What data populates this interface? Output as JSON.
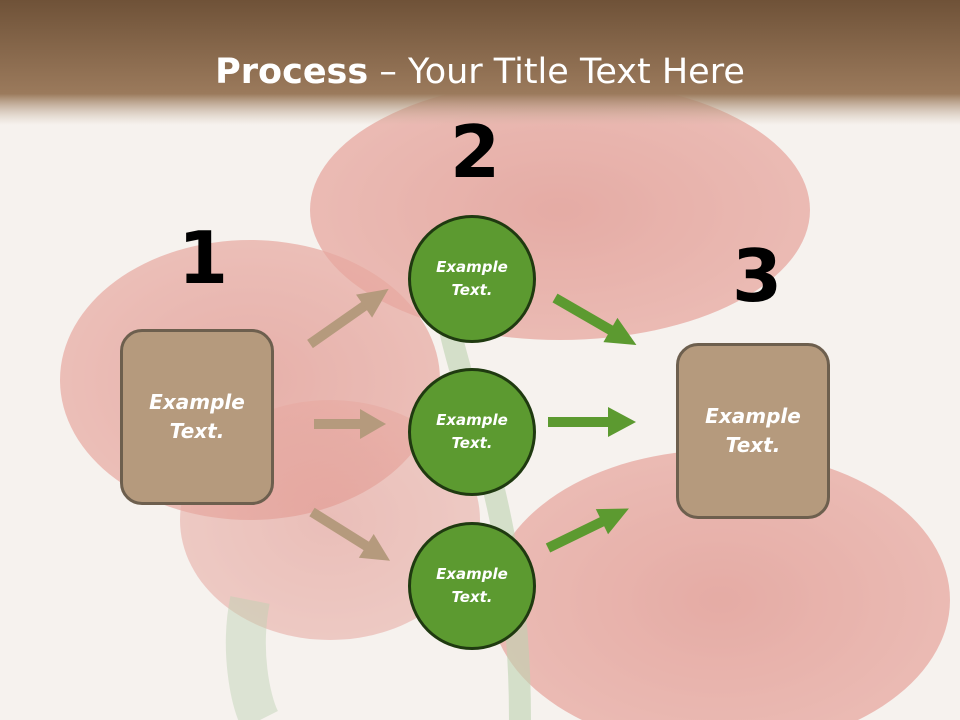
{
  "title": {
    "bold": "Process",
    "rest": " – Your Title Text Here"
  },
  "steps": {
    "one": "1",
    "two": "2",
    "three": "3"
  },
  "left_box": {
    "line1": "Example",
    "line2": "Text."
  },
  "right_box": {
    "line1": "Example",
    "line2": "Text."
  },
  "circles": [
    {
      "line1": "Example",
      "line2": "Text."
    },
    {
      "line1": "Example",
      "line2": "Text."
    },
    {
      "line1": "Example",
      "line2": "Text."
    }
  ],
  "colors": {
    "header_brown": "#7a5e44",
    "box_fill": "#b59a7d",
    "circle_fill": "#5c9a30",
    "arrow_tan": "#b59a7d",
    "arrow_green": "#5c9a30"
  }
}
